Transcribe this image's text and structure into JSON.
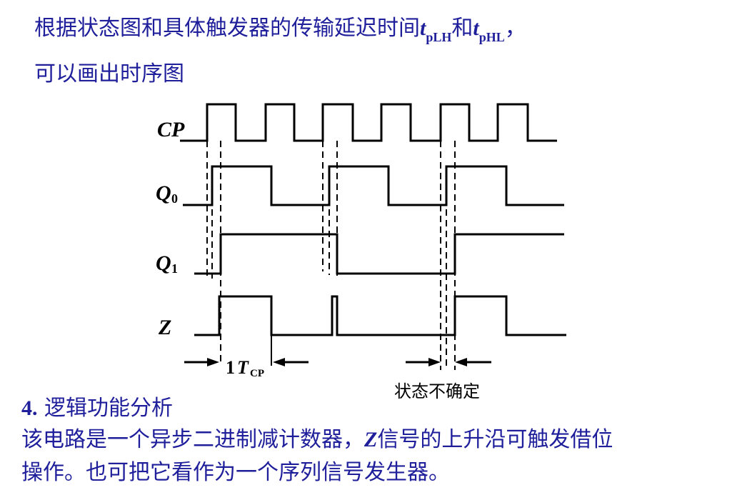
{
  "heading": {
    "line1_prefix": "根据状态图和具体触发器的传输延迟时间",
    "tplh_t": "t",
    "tplh_sub": "pLH",
    "mid": "和",
    "tphl_t": "t",
    "tphl_sub": "pHL",
    "line1_suffix": "，",
    "line2": "可以画出时序图"
  },
  "diagram": {
    "labels": {
      "cp": "CP",
      "q0": "Q",
      "q0_sub": "0",
      "q1": "Q",
      "q1_sub": "1",
      "z": "Z"
    },
    "period_label_num": "1",
    "period_label_t": "T",
    "period_label_sub": "CP",
    "uncertain_label": "状态不确定"
  },
  "section": {
    "number": "4.",
    "title": "逻辑功能分析",
    "body1_prefix": "该电路是一个异步二进制减计数器，",
    "body1_z": "Z",
    "body1_suffix": "信号的上升沿可触发借位",
    "body2": "操作。也可把它看作为一个序列信号发生器。"
  }
}
